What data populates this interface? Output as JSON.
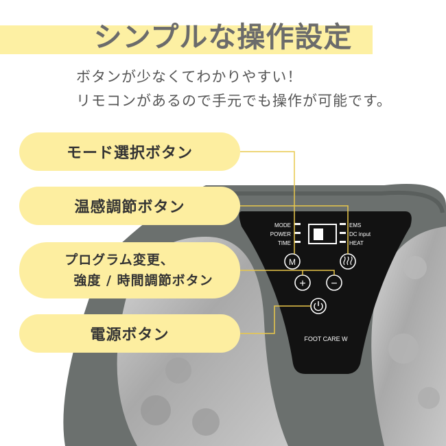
{
  "header": {
    "title": "シンプルな操作設定",
    "subtitle_line1": "ボタンが少なくてわかりやすい！",
    "subtitle_line2": "リモコンがあるので手元でも操作が可能です。"
  },
  "callouts": {
    "mode_button": "モード選択ボタン",
    "temperature_button": "温感調節ボタン",
    "program_line1": "プログラム変更、",
    "program_line2": "強度 / 時間調節ボタン",
    "power_button": "電源ボタン"
  },
  "panel": {
    "left_labels": [
      "MODE",
      "POWER",
      "TIME"
    ],
    "right_labels": [
      "EMS",
      "DC input",
      "HEAT"
    ],
    "mode_button_glyph": "M",
    "plus_glyph": "+",
    "minus_glyph": "−",
    "brand": "FOOT CARE W"
  },
  "colors": {
    "highlight": "#fdf0a3",
    "callout_bg": "#fdeea0",
    "device_body": "#6b706e",
    "panel": "#121212",
    "leader_line": "#e9c84b"
  }
}
